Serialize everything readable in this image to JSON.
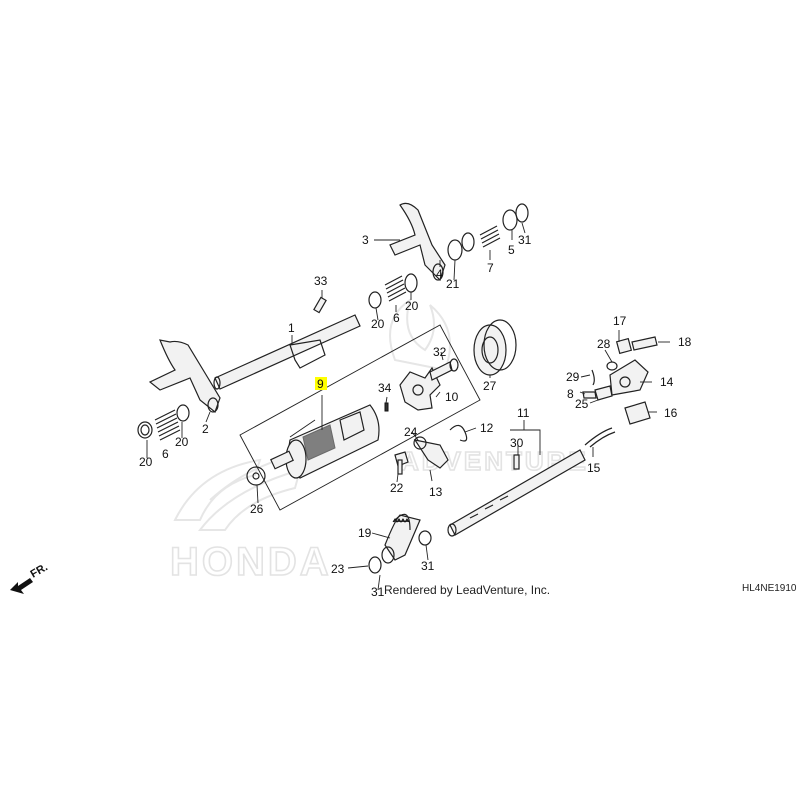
{
  "diagram": {
    "code": "HL4NE1910",
    "credit": "Rendered by LeadVenture, Inc.",
    "direction_label": "FR.",
    "watermark": {
      "brand": "HONDA",
      "overlay": "ADVENTURE"
    },
    "highlighted_callout": "9",
    "callouts": [
      "1",
      "2",
      "3",
      "4",
      "5",
      "6",
      "6",
      "7",
      "8",
      "9",
      "10",
      "11",
      "12",
      "13",
      "14",
      "15",
      "16",
      "17",
      "18",
      "19",
      "20",
      "20",
      "20",
      "20",
      "21",
      "22",
      "23",
      "24",
      "25",
      "26",
      "27",
      "28",
      "29",
      "30",
      "31",
      "31",
      "31",
      "32",
      "33",
      "34"
    ]
  }
}
